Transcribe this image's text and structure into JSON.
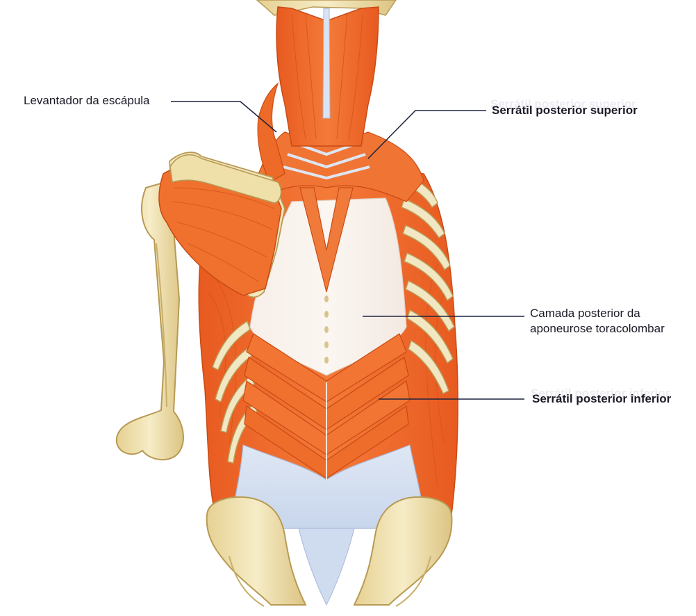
{
  "colors": {
    "muscle": "#f26c2c",
    "muscle_dark": "#d94f16",
    "muscle_light": "#f9a66e",
    "aponeurosis": "#e6ecf6",
    "aponeurosis_shade": "#c9d5ea",
    "bone": "#efe1aa",
    "bone_shade": "#d9c27e",
    "leader_line": "#1e2440"
  },
  "labels": {
    "levator_scapulae": "Levantador da escápula",
    "serratus_superior": "Serrátil posterior superior",
    "thoracolumbar_line1": "Camada posterior da",
    "thoracolumbar_line2": "aponeurose toracolombar",
    "serratus_inferior": "Serrátil posterior inferior"
  }
}
